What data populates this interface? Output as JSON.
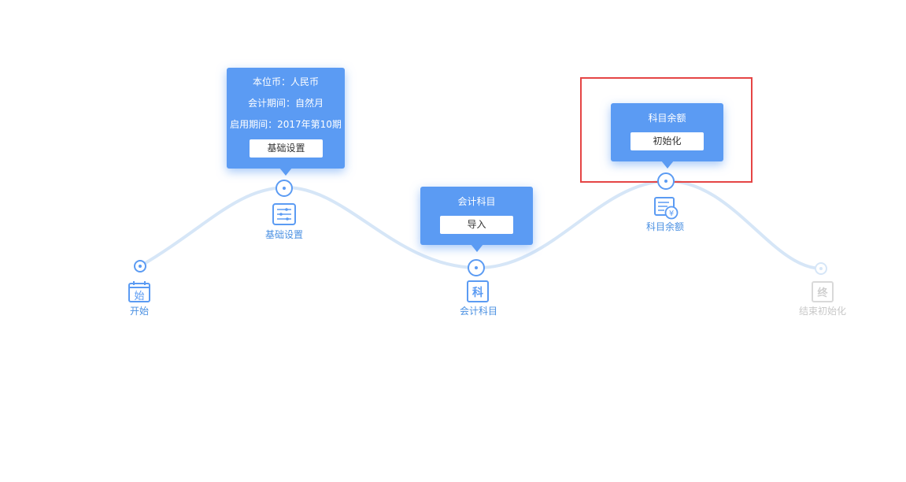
{
  "steps": {
    "start": {
      "label": "开始",
      "icon_char": "始",
      "icon": "calendar-icon"
    },
    "basic": {
      "label": "基础设置",
      "icon": "settings-list-icon"
    },
    "accounts": {
      "label": "会计科目",
      "icon_char": "科",
      "icon": "subject-icon"
    },
    "balance": {
      "label": "科目余额",
      "icon": "ledger-yen-icon"
    },
    "end": {
      "label": "结束初始化",
      "icon_char": "终",
      "icon": "end-icon"
    }
  },
  "popups": {
    "basic": {
      "line1": "本位币：人民币",
      "line2": "会计期间：自然月",
      "line3": "启用期间：2017年第10期",
      "button": "基础设置"
    },
    "accounts": {
      "title": "会计科目",
      "button": "导入"
    },
    "balance": {
      "title": "科目余额",
      "button": "初始化"
    }
  },
  "colors": {
    "primary": "#5b9bf3",
    "curve": "#d6e6f7",
    "highlight": "#e54545",
    "disabled": "#c8c8c8"
  }
}
